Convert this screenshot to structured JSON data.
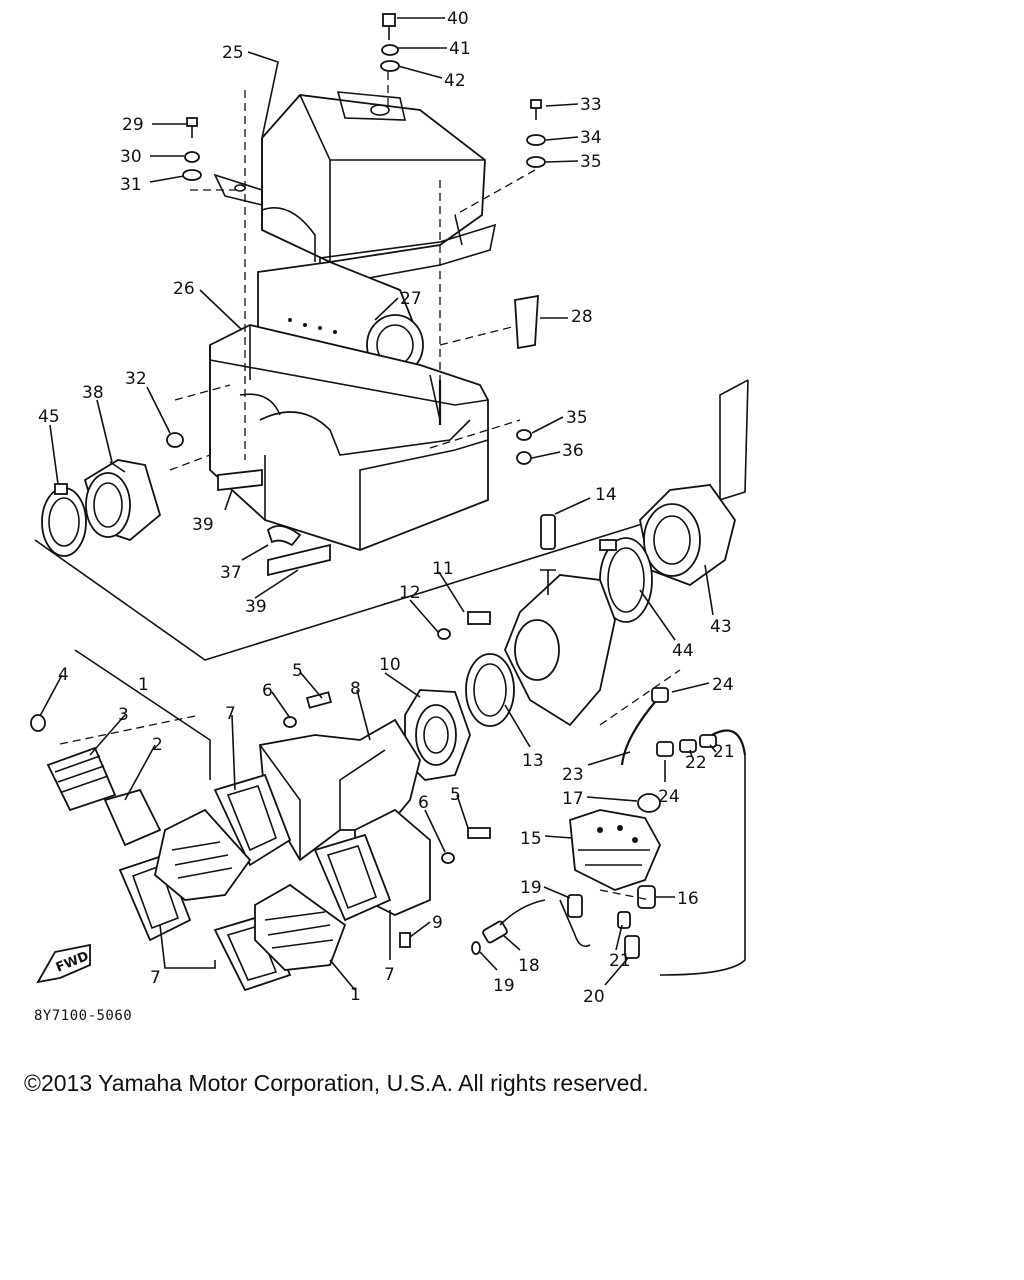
{
  "drawing_code": "8Y7100-5060",
  "copyright": "©2013 Yamaha Motor Corporation, U.S.A. All rights reserved.",
  "fwd_label": "FWD",
  "callouts": [
    "1",
    "2",
    "3",
    "4",
    "5",
    "6",
    "7",
    "8",
    "9",
    "10",
    "11",
    "12",
    "13",
    "14",
    "15",
    "16",
    "17",
    "18",
    "19",
    "20",
    "21",
    "22",
    "23",
    "24",
    "25",
    "26",
    "27",
    "28",
    "29",
    "30",
    "31",
    "32",
    "33",
    "34",
    "35",
    "36",
    "37",
    "38",
    "39",
    "40",
    "41",
    "42",
    "43",
    "44",
    "45"
  ]
}
